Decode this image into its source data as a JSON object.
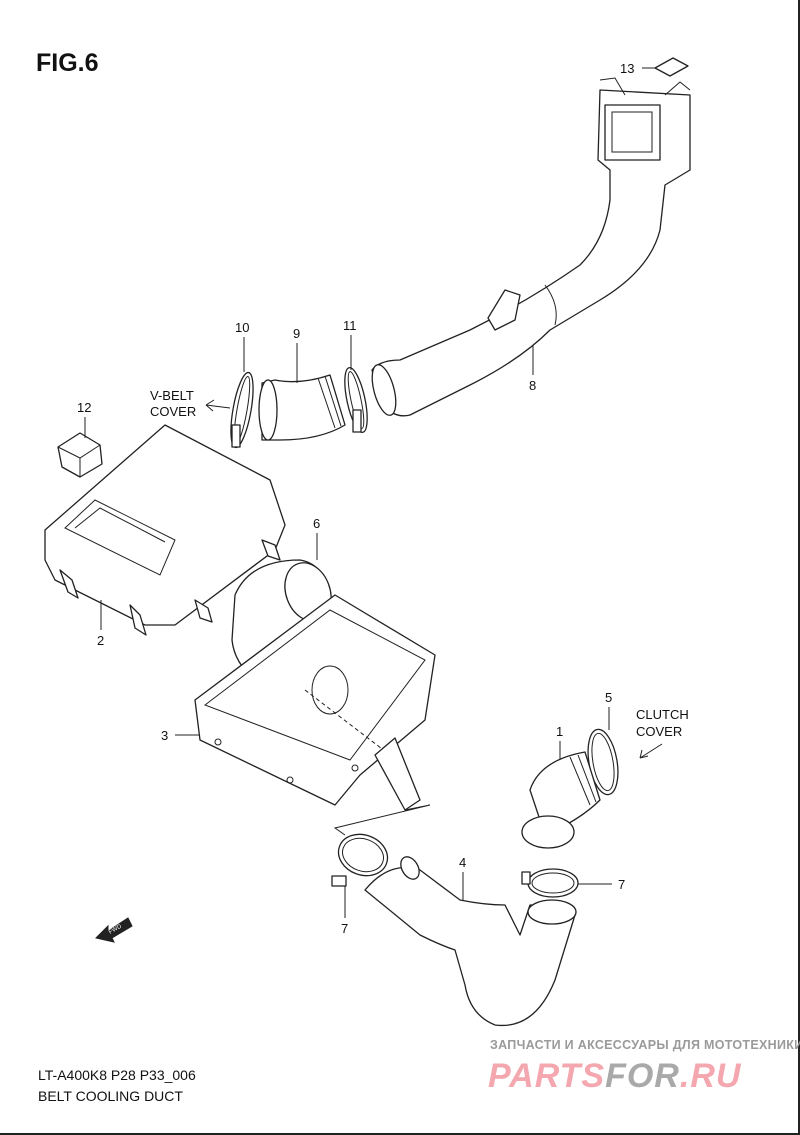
{
  "figure": {
    "title": "FIG.6"
  },
  "callouts": [
    "1",
    "2",
    "3",
    "4",
    "5",
    "6",
    "7",
    "7",
    "8",
    "9",
    "10",
    "11",
    "12",
    "13"
  ],
  "notes": {
    "vbelt_line1": "V-BELT",
    "vbelt_line2": "COVER",
    "clutch_line1": "CLUTCH",
    "clutch_line2": "COVER",
    "fwd": "FWD"
  },
  "caption": {
    "model": "LT-A400K8 P28 P33_006",
    "name": "BELT COOLING DUCT"
  },
  "watermark": {
    "tagline": "ЗАПЧАСТИ И АКСЕССУАРЫ ДЛЯ МОТОТЕХНИКИ",
    "brand_a": "PARTS",
    "brand_b": "FOR",
    "brand_c": ".RU",
    "colors": {
      "pink": "#f4a7ae",
      "gray": "#a9a9a9"
    }
  }
}
